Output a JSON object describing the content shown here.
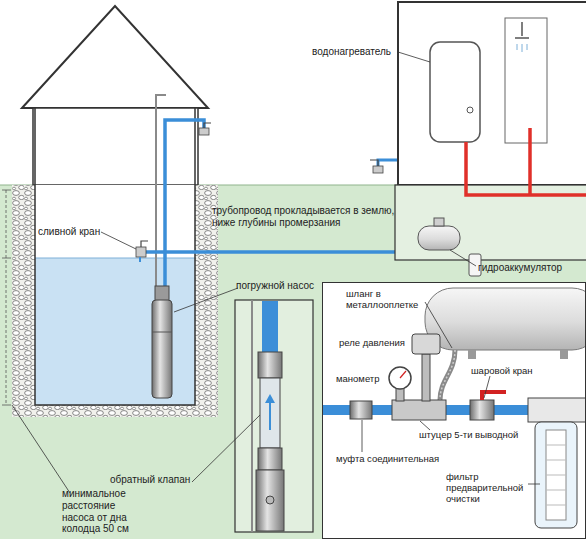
{
  "diagram": {
    "nodes": [
      {
        "text": [
          "шланг в металлооплетке",
          "реле давления",
          "манометр",
          "шаровой кран",
          "штуцер 5-ти выводной",
          "муфта соединительная",
          "фильтр предварительной очистки"
        ]
      }
    ],
    "labels": [
      "водонагреватель",
      "трубопровод прокладывается в землю, ниже глубины промерзания",
      "сливной кран",
      "гидроаккумулятор",
      "погружной насос",
      "обратный клапан",
      "минимальное расстояние насоса от дна колодца 50 см"
    ]
  }
}
